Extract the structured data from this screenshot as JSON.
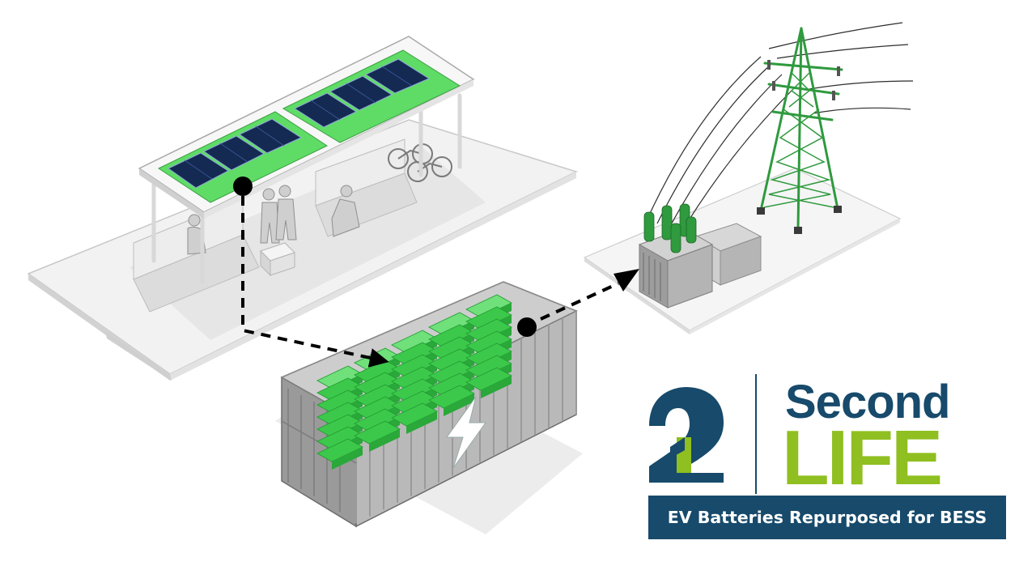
{
  "logo": {
    "numeral": "2",
    "word_top": "Second",
    "word_bottom": "LIFE"
  },
  "tagline": "EV Batteries Repurposed for BESS",
  "colors": {
    "navy": "#174a6b",
    "green": "#8fbf20",
    "battery_green": "#3cc94b",
    "canopy_green": "#5fdc66",
    "tower_green": "#2f9a3e",
    "white": "#ffffff"
  },
  "icons": {
    "flow_start": "black-dot-icon",
    "flow_end": "arrow-head-icon",
    "battery_symbol": "lightning-bolt-icon"
  },
  "nodes": [
    "solar-canopy-station",
    "battery-container",
    "grid-substation"
  ],
  "flows": [
    {
      "from": "solar-canopy-station",
      "to": "battery-container"
    },
    {
      "from": "battery-container",
      "to": "grid-substation"
    }
  ]
}
